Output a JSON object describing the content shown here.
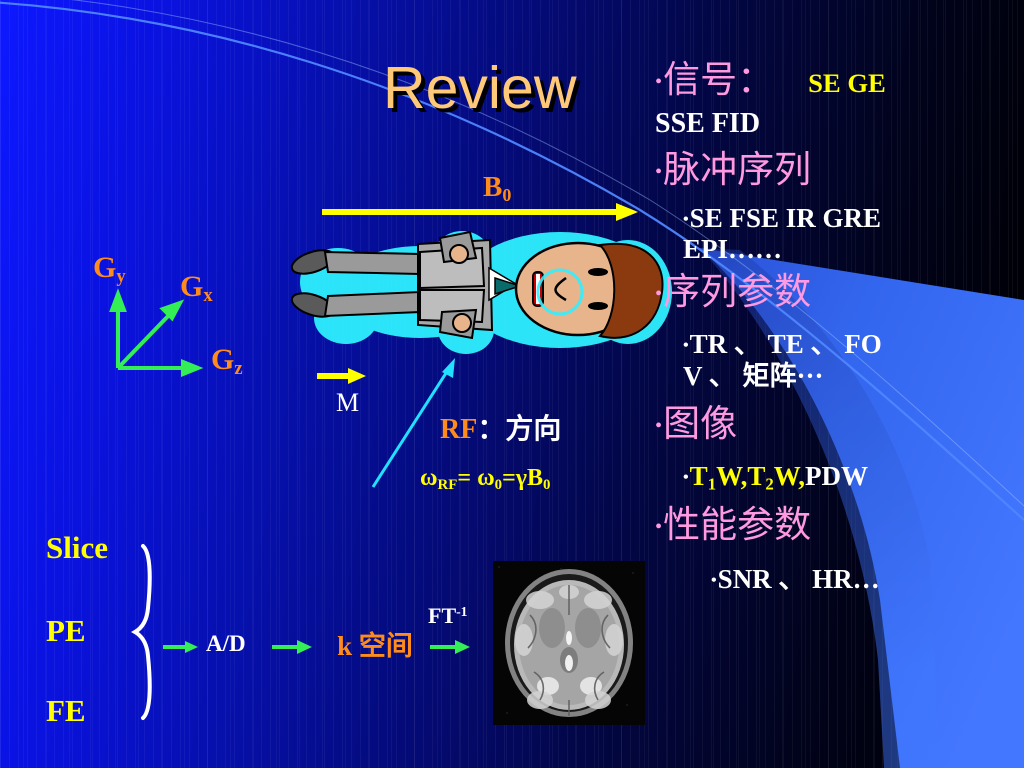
{
  "slide": {
    "title": "Review",
    "colors": {
      "title": "#ffc978",
      "bullet_pink": "#ff99e0",
      "accent_orange": "#ff8c1a",
      "accent_yellow": "#ffff00",
      "text_white": "#ffffff",
      "arrow_green": "#33ee55",
      "arrow_cyan": "#22e0ff",
      "bg_blue": "#0d18ff",
      "wedge_blue": "#3366ee"
    }
  },
  "diagram": {
    "gradients": {
      "gy": "G",
      "gy_sub": "y",
      "gx": "G",
      "gx_sub": "x",
      "gz": "G",
      "gz_sub": "z"
    },
    "b0": "B",
    "b0_sub": "0",
    "m": "M",
    "rf_label": "RF",
    "rf_text": "：方向",
    "rf_formula": "ω_RF= ω_0=γB_0",
    "rf_formula_parts": {
      "omega": "ω",
      "rf_sub": "RF",
      "equals1": "= ",
      "omega0": "ω",
      "zero_sub": "0",
      "equals2": "=γB",
      "b0_sub": "0"
    },
    "person_caption": "patient-clipart"
  },
  "pipeline": {
    "encodings": [
      "Slice",
      "PE",
      "FE"
    ],
    "ad": "A/D",
    "kspace": "k 空间",
    "ft": "FT",
    "ft_sup": "-1",
    "image_caption": "axial-t2-brain-mri"
  },
  "outline": [
    {
      "level": 1,
      "bullet": "•",
      "text": "信号：",
      "trailing": "SE GE",
      "trailing_color": "yellow",
      "continuation": "SSE FID"
    },
    {
      "level": 1,
      "bullet": "•",
      "text": "脉冲序列"
    },
    {
      "level": 2,
      "bullet": "•",
      "text": "SE FSE IR GRE",
      "continuation": "EPI……"
    },
    {
      "level": 1,
      "bullet": "•",
      "text": "序列参数"
    },
    {
      "level": 2,
      "bullet": "•",
      "text": "TR 、 TE 、 FO",
      "continuation": "V 、 矩阵···"
    },
    {
      "level": 1,
      "bullet": "•",
      "text": "图像"
    },
    {
      "level": 2,
      "bullet": "•",
      "text": "T1W,T2W,PDW",
      "parts": [
        "T",
        "1",
        "W,T",
        "2",
        "W,",
        "PDW"
      ]
    },
    {
      "level": 1,
      "bullet": "•",
      "text": "性能参数"
    },
    {
      "level": 2,
      "bullet": "•",
      "text": "SNR 、 HR…"
    }
  ]
}
